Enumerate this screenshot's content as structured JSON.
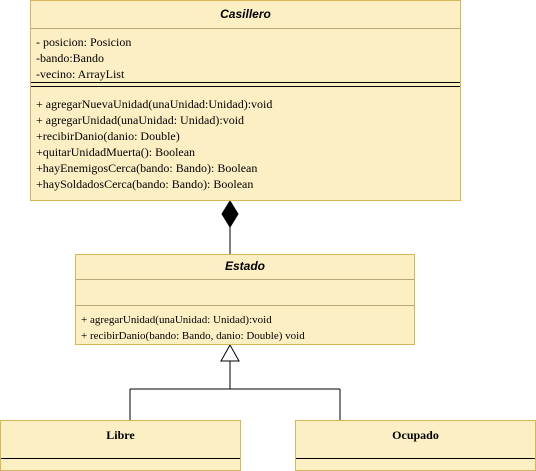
{
  "casillero": {
    "name": "Casillero",
    "attributes": [
      "- posicion: Posicion",
      "-bando:Bando",
      "-vecino: ArrayList"
    ],
    "methods": [
      "+ agregarNuevaUnidad(unaUnidad:Unidad):void",
      "+ agregarUnidad(unaUnidad: Unidad):void",
      "+recibirDanio(danio: Double)",
      "+quitarUnidadMuerta(): Boolean",
      "+hayEnemigosCerca(bando: Bando): Boolean",
      "+haySoldadosCerca(bando: Bando): Boolean"
    ]
  },
  "estado": {
    "name": "Estado",
    "attributes": [],
    "methods": [
      "+ agregarUnidad(unaUnidad: Unidad):void",
      "+ recibirDanio(bando: Bando, danio: Double) void"
    ]
  },
  "libre": {
    "name": "Libre"
  },
  "ocupado": {
    "name": "Ocupado"
  },
  "colors": {
    "fill": "#fdefc4",
    "stroke": "#d6b656"
  }
}
